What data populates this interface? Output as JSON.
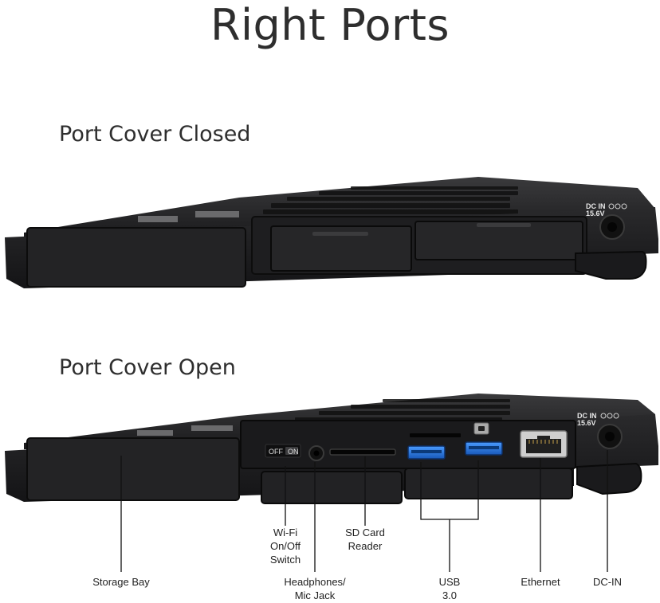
{
  "page": {
    "title": "Right Ports",
    "sections": {
      "closed": "Port Cover Closed",
      "open": "Port Cover Open"
    }
  },
  "laptop_markings": {
    "dc_in": "DC IN",
    "voltage": "15.6V",
    "switch_off": "OFF",
    "switch_on": "ON"
  },
  "callouts": {
    "storage_bay": "Storage Bay",
    "wifi_line1": "Wi-Fi",
    "wifi_line2": "On/Off",
    "wifi_line3": "Switch",
    "headphones_line1": "Headphones/",
    "headphones_line2": "Mic Jack",
    "sdcard_line1": "SD Card",
    "sdcard_line2": "Reader",
    "usb_line1": "USB",
    "usb_line2": "3.0",
    "ethernet": "Ethernet",
    "dcin": "DC-IN"
  },
  "colors": {
    "chassis": "#1c1c1e",
    "chassis_edge": "#2e2e30",
    "usb_blue": "#1f6fd6",
    "leader_line": "#111111"
  }
}
